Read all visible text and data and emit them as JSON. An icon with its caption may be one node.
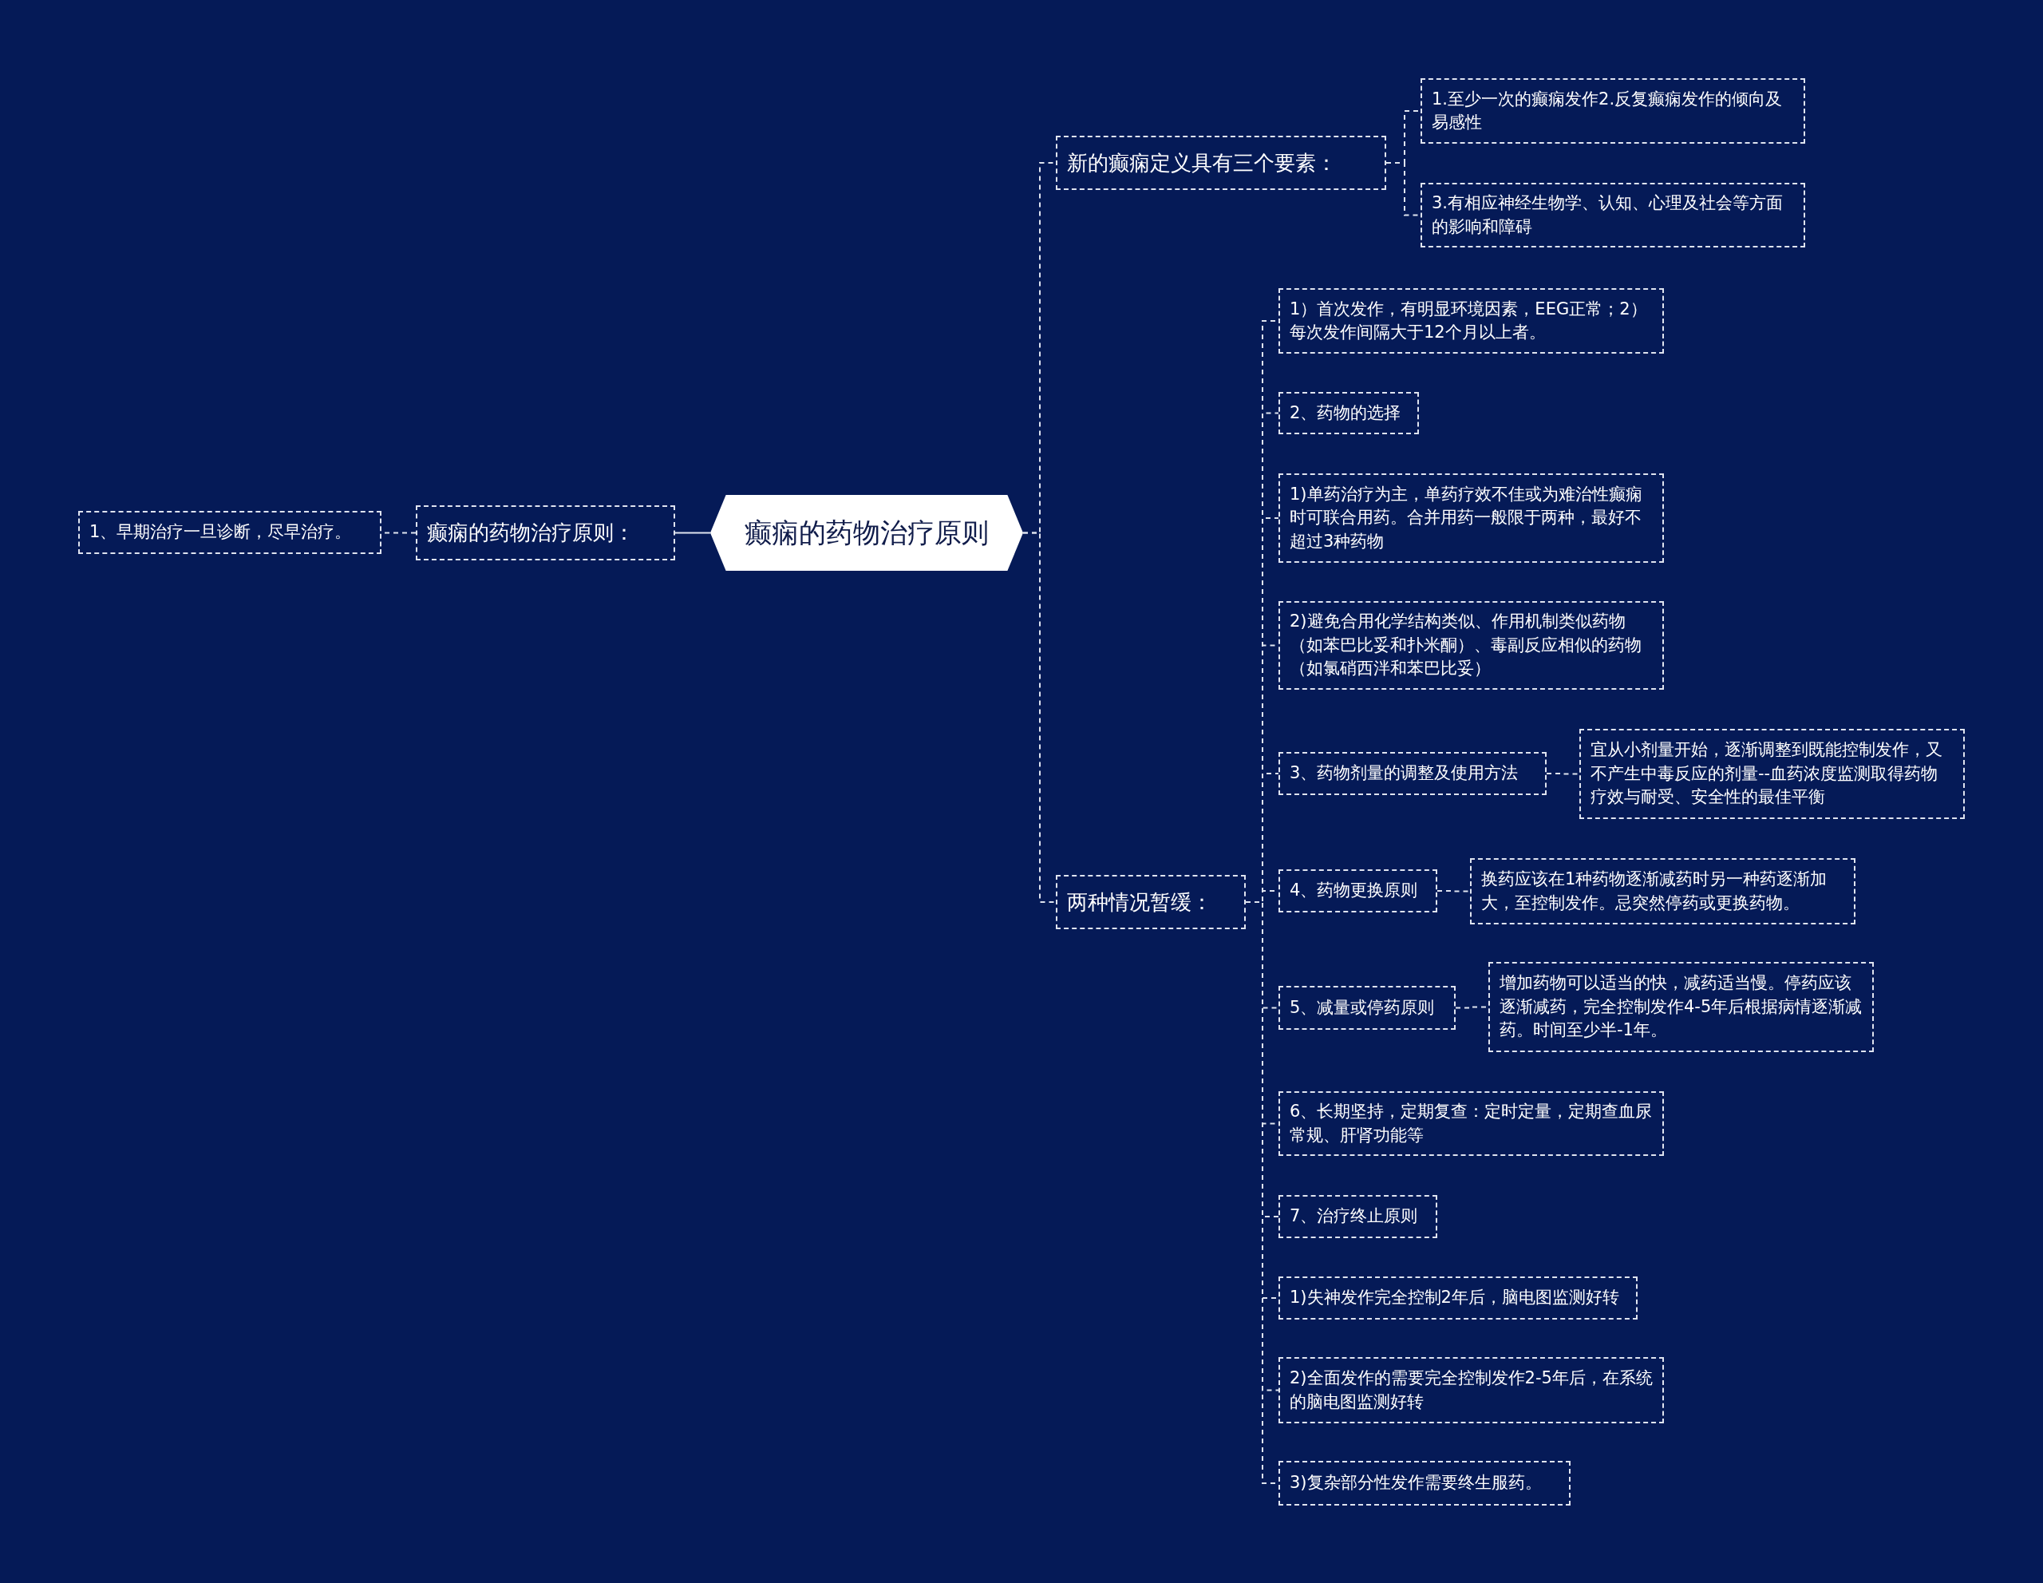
{
  "diagram": {
    "nodes": [
      {
        "text": [
          "癫痫的药物治疗原则"
        ]
      },
      {
        "text": [
          "癫痫的药物治疗原则："
        ]
      },
      {
        "text": [
          "1、早期治疗一旦诊断，尽早治疗。"
        ]
      },
      {
        "text": [
          "新的癫痫定义具有三个要素："
        ]
      },
      {
        "text": [
          "1.至少一次的癫痫发作2.反复癫痫发作的倾向及易感性"
        ]
      },
      {
        "text": [
          "3.有相应神经生物学、认知、心理及社会等方面的影响和障碍"
        ]
      },
      {
        "text": [
          "两种情况暂缓："
        ]
      },
      {
        "text": [
          "1）首次发作，有明显环境因素，EEG正常；2）每次发作间隔大于12个月以上者。"
        ]
      },
      {
        "text": [
          "2、药物的选择"
        ]
      },
      {
        "text": [
          "1)单药治疗为主，单药疗效不佳或为难治性癫痫时可联合用药。合并用药一般限于两种，最好不超过3种药物"
        ]
      },
      {
        "text": [
          "2)避免合用化学结构类似、作用机制类似药物（如苯巴比妥和扑米酮）、毒副反应相似的药物（如氯硝西泮和苯巴比妥）"
        ]
      },
      {
        "text": [
          "3、药物剂量的调整及使用方法"
        ]
      },
      {
        "text": [
          "宜从小剂量开始，逐渐调整到既能控制发作，又不产生中毒反应的剂量--血药浓度监测取得药物疗效与耐受、安全性的最佳平衡"
        ]
      },
      {
        "text": [
          "4、药物更换原则"
        ]
      },
      {
        "text": [
          "换药应该在1种药物逐渐减药时另一种药逐渐加大，至控制发作。忌突然停药或更换药物。"
        ]
      },
      {
        "text": [
          "5、减量或停药原则"
        ]
      },
      {
        "text": [
          "增加药物可以适当的快，减药适当慢。停药应该逐渐减药，完全控制发作4-5年后根据病情逐渐减药。时间至少半-1年。"
        ]
      },
      {
        "text": [
          "6、长期坚持，定期复查：定时定量，定期查血尿常规、肝肾功能等"
        ]
      },
      {
        "text": [
          "7、治疗终止原则"
        ]
      },
      {
        "text": [
          "1)失神发作完全控制2年后，脑电图监测好转"
        ]
      },
      {
        "text": [
          "2)全面发作的需要完全控制发作2-5年后，在系统的脑电图监测好转"
        ]
      },
      {
        "text": [
          "3)复杂部分性发作需要终生服药。"
        ]
      }
    ],
    "edges": [
      {
        "from": 0,
        "to": 1,
        "arrow": "none"
      },
      {
        "from": 1,
        "to": 2,
        "arrow": "none",
        "style": "dashed"
      },
      {
        "from": 0,
        "to": 3,
        "arrow": "none",
        "style": "dashed"
      },
      {
        "from": 0,
        "to": 6,
        "arrow": "none",
        "style": "dashed"
      },
      {
        "from": 3,
        "to": 4,
        "arrow": "none",
        "style": "dashed"
      },
      {
        "from": 3,
        "to": 5,
        "arrow": "none",
        "style": "dashed"
      },
      {
        "from": 6,
        "to": 7,
        "arrow": "none",
        "style": "dashed"
      },
      {
        "from": 6,
        "to": 8,
        "arrow": "none",
        "style": "dashed"
      },
      {
        "from": 6,
        "to": 9,
        "arrow": "none",
        "style": "dashed"
      },
      {
        "from": 6,
        "to": 10,
        "arrow": "none",
        "style": "dashed"
      },
      {
        "from": 6,
        "to": 11,
        "arrow": "none",
        "style": "dashed"
      },
      {
        "from": 11,
        "to": 12,
        "arrow": "none",
        "style": "dashed"
      },
      {
        "from": 6,
        "to": 13,
        "arrow": "none",
        "style": "dashed"
      },
      {
        "from": 13,
        "to": 14,
        "arrow": "none",
        "style": "dashed"
      },
      {
        "from": 6,
        "to": 15,
        "arrow": "none",
        "style": "dashed"
      },
      {
        "from": 15,
        "to": 16,
        "arrow": "none",
        "style": "dashed"
      },
      {
        "from": 6,
        "to": 17,
        "arrow": "none",
        "style": "dashed"
      },
      {
        "from": 6,
        "to": 18,
        "arrow": "none",
        "style": "dashed"
      },
      {
        "from": 6,
        "to": 19,
        "arrow": "none",
        "style": "dashed"
      },
      {
        "from": 6,
        "to": 20,
        "arrow": "none",
        "style": "dashed"
      },
      {
        "from": 6,
        "to": 21,
        "arrow": "none",
        "style": "dashed"
      }
    ]
  }
}
